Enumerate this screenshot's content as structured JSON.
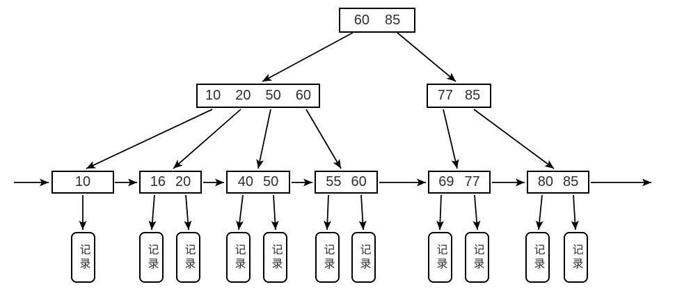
{
  "diagram": {
    "type": "b-plus-tree-index",
    "root": {
      "keys": [
        "60",
        "85"
      ]
    },
    "internal_nodes": [
      {
        "keys": [
          "10",
          "20",
          "50",
          "60"
        ]
      },
      {
        "keys": [
          "77",
          "85"
        ]
      }
    ],
    "leaf_nodes": [
      {
        "keys": [
          "10"
        ]
      },
      {
        "keys": [
          "16",
          "20"
        ]
      },
      {
        "keys": [
          "40",
          "50"
        ]
      },
      {
        "keys": [
          "55",
          "60"
        ]
      },
      {
        "keys": [
          "69",
          "77"
        ]
      },
      {
        "keys": [
          "80",
          "85"
        ]
      }
    ],
    "record_label": "记录",
    "colors": {
      "stroke": "#000000",
      "text": "#2d2d2d",
      "background": "#ffffff"
    }
  }
}
